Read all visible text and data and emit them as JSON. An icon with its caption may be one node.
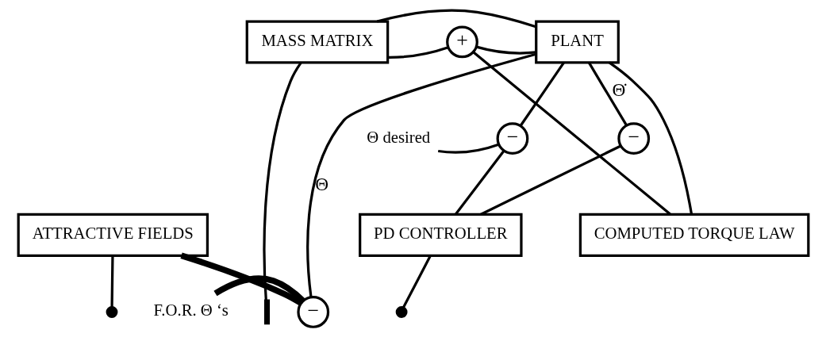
{
  "diagram": {
    "nodes": [
      {
        "text": [
          "MASS MATRIX"
        ]
      },
      {
        "text": [
          "+"
        ]
      },
      {
        "text": [
          "PLANT"
        ]
      },
      {
        "text": [],
        "shape": "circle"
      },
      {
        "text": [],
        "shape": "bar"
      },
      {
        "text": [],
        "shape": "circle"
      },
      {
        "text": [
          "ATTRACTIVE FIELDS"
        ]
      },
      {
        "text": [
          "PD CONTROLLER"
        ]
      },
      {
        "text": [
          "COMPUTED TORQUE LAW"
        ]
      },
      {
        "text": [
          "Θ desired"
        ]
      },
      {
        "text": [
          "−"
        ]
      },
      {
        "text": [
          "−"
        ]
      },
      {
        "text": [
          "F.O.R. Θ ‘s"
        ]
      },
      {
        "text": [
          "−"
        ]
      }
    ],
    "edges": [
      {
        "from": 0,
        "to": 1,
        "arrow": "none"
      },
      {
        "from": 1,
        "to": 2,
        "arrow": "none"
      },
      {
        "from": 8,
        "to": 1,
        "arrow": "none"
      },
      {
        "from": 6,
        "to": 3,
        "arrow": "none"
      },
      {
        "from": 7,
        "to": 5,
        "arrow": "none"
      },
      {
        "from": 0,
        "to": 4,
        "arrow": "none"
      },
      {
        "from": 6,
        "to": 13,
        "arrow": "none",
        "style": "thick"
      },
      {
        "from": 12,
        "to": 13,
        "arrow": "none",
        "style": "thick"
      },
      {
        "from": 9,
        "to": 10,
        "arrow": "none"
      },
      {
        "from": 10,
        "to": 7,
        "arrow": "none"
      },
      {
        "from": 11,
        "to": 7,
        "arrow": "none"
      },
      {
        "from": 2,
        "to": 11,
        "arrow": "none",
        "label": "Θ̇"
      },
      {
        "from": 2,
        "to": 8,
        "arrow": "none"
      },
      {
        "from": 2,
        "to": 13,
        "arrow": "none",
        "label": "Θ"
      },
      {
        "from": 2,
        "to": 10,
        "arrow": "none"
      },
      {
        "from": 2,
        "to": 0,
        "arrow": "none"
      }
    ]
  }
}
